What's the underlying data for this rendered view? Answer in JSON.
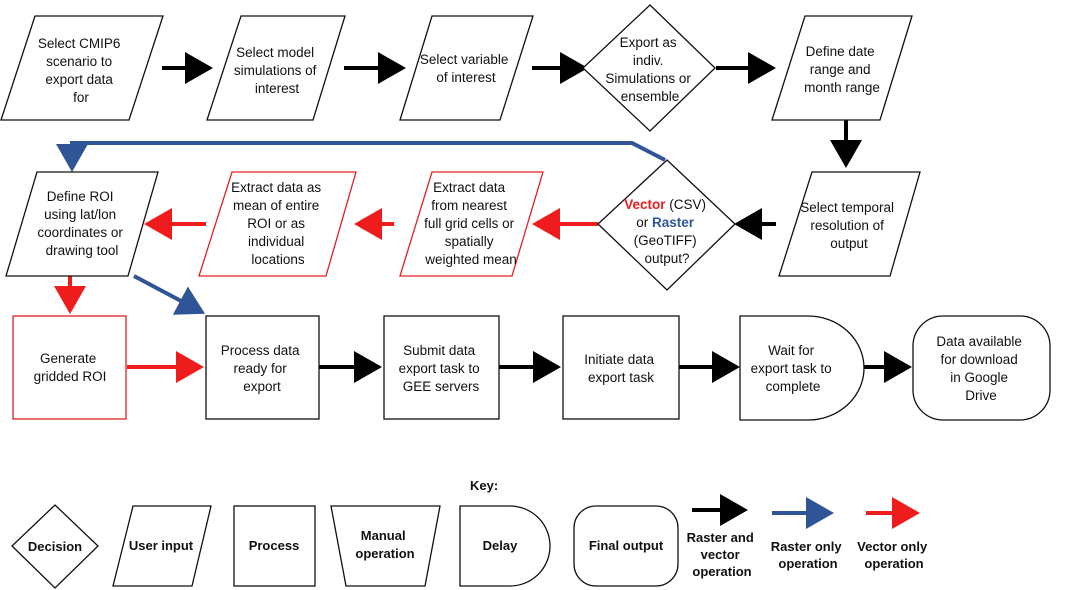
{
  "colors": {
    "both": "#000000",
    "raster": "#2f5597",
    "vector": "#ee1c1c",
    "outline": "#111111",
    "vector_outline": "#e02020"
  },
  "nodes": {
    "select_scenario": [
      "Select CMIP6",
      "scenario to",
      "export data",
      "for"
    ],
    "select_models": [
      "Select model",
      "simulations of",
      "interest"
    ],
    "select_variable": [
      "Select variable",
      "of interest"
    ],
    "export_decision": [
      "Export as",
      "indiv.",
      "Simulations or",
      "ensemble"
    ],
    "date_range": [
      "Define date",
      "range and",
      "month range"
    ],
    "define_roi": [
      "Define ROI",
      "using lat/lon",
      "coordinates or",
      "drawing tool"
    ],
    "extract_mean": [
      "Extract data as",
      "mean of entire",
      "ROI or as",
      "individual",
      "locations"
    ],
    "extract_nearest": [
      "Extract data",
      "from nearest",
      "full grid cells or",
      "spatially",
      "weighted mean"
    ],
    "format_decision": {
      "vector_word": "Vector",
      "vector_rest": " (CSV)",
      "or_word": "or ",
      "raster_word": "Raster",
      "lines": [
        "(GeoTIFF)",
        "output?"
      ]
    },
    "temporal_resolution": [
      "Select temporal",
      "resolution of",
      "output"
    ],
    "gridded_roi": [
      "Generate",
      "gridded ROI"
    ],
    "process_data": [
      "Process data",
      "ready for",
      "export"
    ],
    "submit_task": [
      "Submit data",
      "export task to",
      "GEE servers"
    ],
    "initiate_task": [
      "Initiate data",
      "export task"
    ],
    "wait_task": [
      "Wait for",
      "export task to",
      "complete"
    ],
    "final_output": [
      "Data available",
      "for download",
      "in Google",
      "Drive"
    ]
  },
  "key": {
    "title": "Key:",
    "decision": "Decision",
    "user_input": "User input",
    "process": "Process",
    "manual": [
      "Manual",
      "operation"
    ],
    "delay": "Delay",
    "final_output": "Final output",
    "both_op": [
      "Raster and",
      "vector",
      "operation"
    ],
    "raster_op": [
      "Raster only",
      "operation"
    ],
    "vector_op": [
      "Vector only",
      "operation"
    ]
  }
}
